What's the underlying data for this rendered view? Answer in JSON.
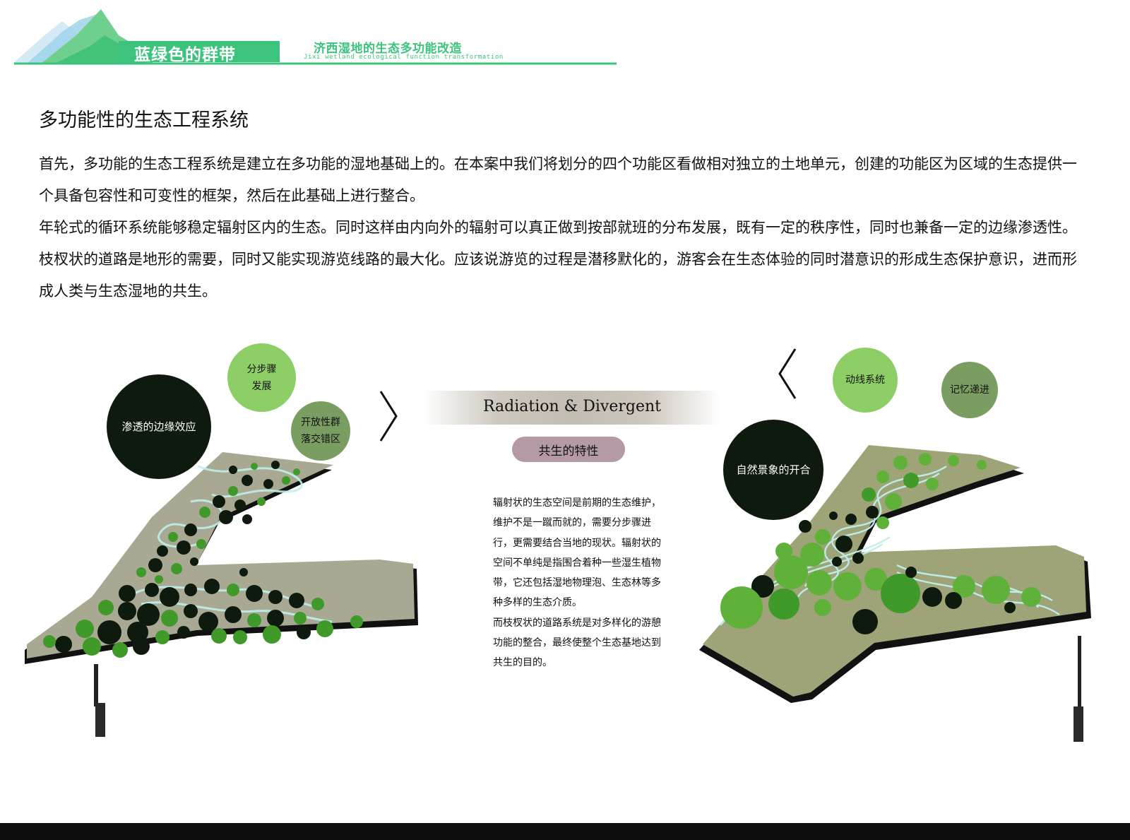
{
  "header": {
    "title": "蓝绿色的群带",
    "subtitle": "济西湿地的生态多功能改造",
    "english": "Jixi wetland ecological function transformation",
    "accent_color": "#3cc47e"
  },
  "section": {
    "title": "多功能性的生态工程系统",
    "paragraph_1": "首先，多功能的生态工程系统是建立在多功能的湿地基础上的。在本案中我们将划分的四个功能区看做相对独立的土地单元，创建的功能区为区域的生态提供一个具备包容性和可变性的框架，然后在此基础上进行整合。",
    "paragraph_2": "年轮式的循环系统能够稳定辐射区内的生态。同时这样由内向外的辐射可以真正做到按部就班的分布发展，既有一定的秩序性，同时也兼备一定的边缘渗透性。枝杈状的道路是地形的需要，同时又能实现游览线路的最大化。应该说游览的过程是潜移默化的，游客会在生态体验的同时潜意识的形成生态保护意识，进而形成人类与生态湿地的共生。"
  },
  "left_diagram": {
    "circles": {
      "edge_effect": "渗透的边缘效应",
      "step_development": "分步骤\n发展",
      "open_community": "开放性群\n落交错区"
    }
  },
  "center": {
    "radiation_title": "Radiation & Divergent",
    "symbiosis_label": "共生的特性",
    "description_1": "辐射状的生态空间是前期的生态维护，维护不是一蹴而就的，需要分步骤进行，更需要结合当地的现状。辐射状的空间不单纯是指围合着种一些湿生植物带，它还包括湿地物理泡、生态林等多种多样的生态介质。",
    "description_2": "而枝杈状的道路系统是对多样化的游憩功能的整合，最终使整个生态基地达到共生的目的。"
  },
  "right_diagram": {
    "circles": {
      "circulation": "动线系统",
      "memory": "记忆递进",
      "landscape": "自然景象的开合"
    }
  },
  "colors": {
    "dark_circle": "#0e1a0e",
    "light_green": "#8dcf66",
    "olive": "#7a9e62",
    "mauve": "#b49aa6",
    "terrain": "#a9a892",
    "terrain_right": "#9ea378"
  }
}
